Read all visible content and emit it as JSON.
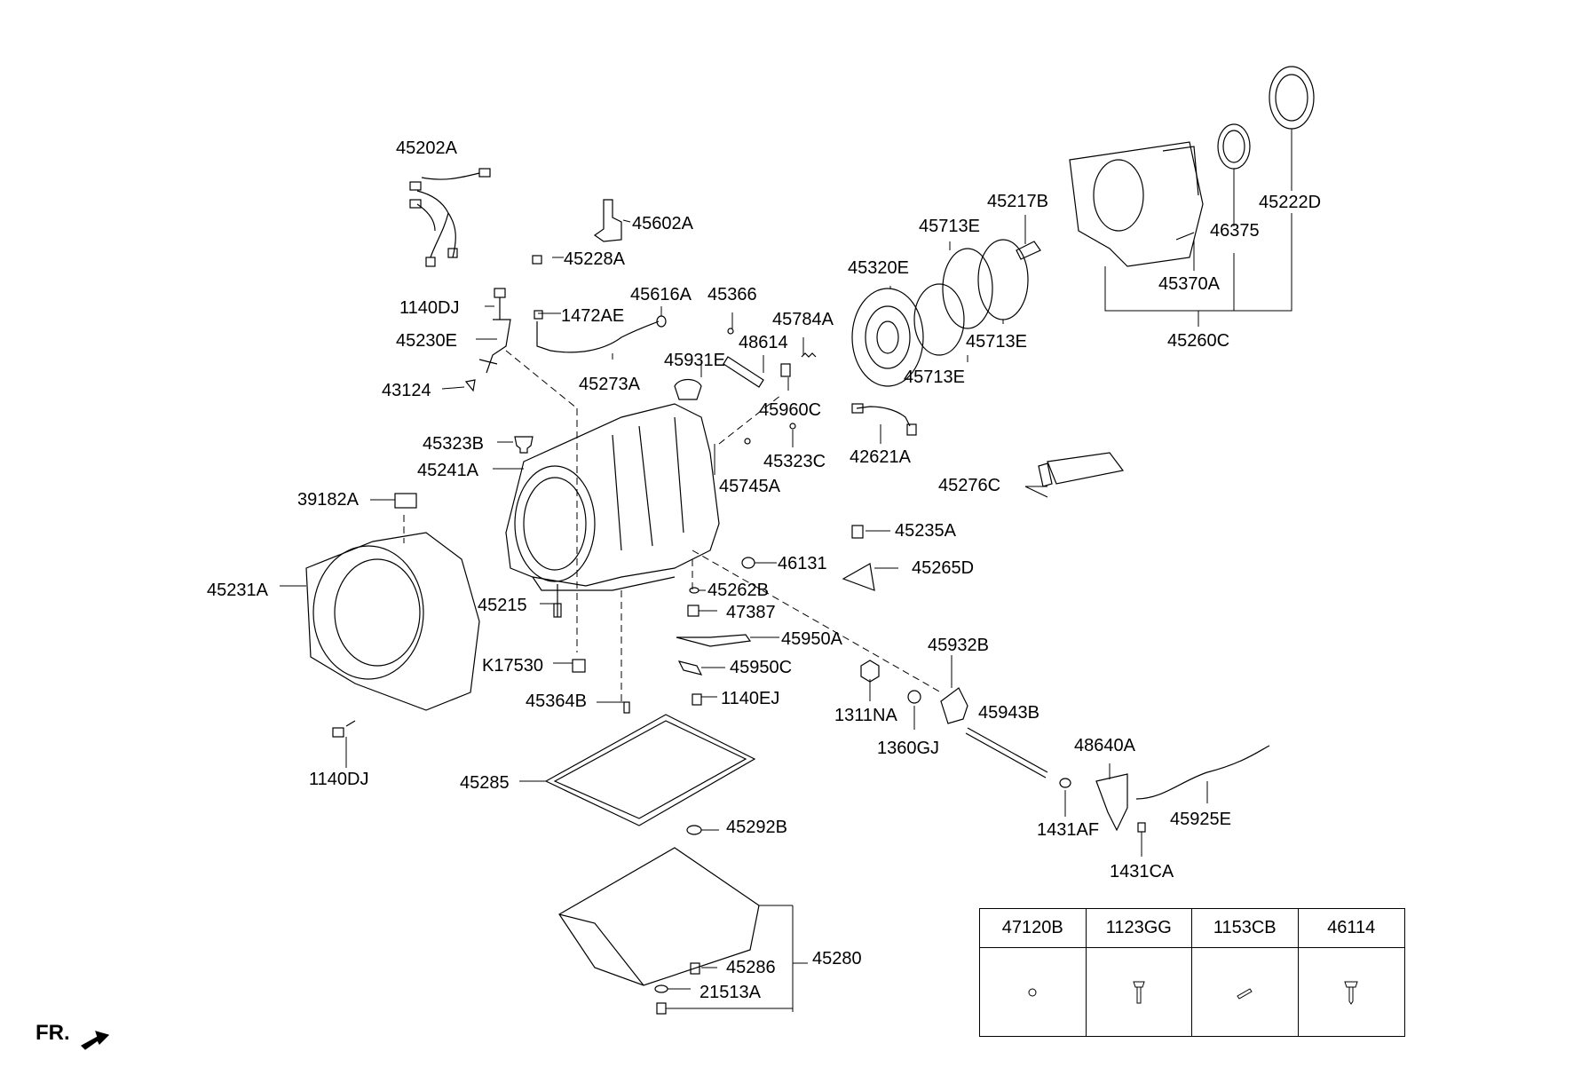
{
  "labels": {
    "p45202A": "45202A",
    "p45602A": "45602A",
    "p45228A": "45228A",
    "p1472AE": "1472AE",
    "p45616A": "45616A",
    "p45366": "45366",
    "p1140DJ_top": "1140DJ",
    "p45230E": "45230E",
    "p43124": "43124",
    "p45273A": "45273A",
    "p45931E": "45931E",
    "p48614": "48614",
    "p45784A": "45784A",
    "p45960C": "45960C",
    "p45323C": "45323C",
    "p45323B": "45323B",
    "p45241A": "45241A",
    "p45745A": "45745A",
    "p39182A": "39182A",
    "p45231A": "45231A",
    "p45215": "45215",
    "pK17530": "K17530",
    "p45364B": "45364B",
    "p1140DJ_bottom": "1140DJ",
    "p46131": "46131",
    "p45262B": "45262B",
    "p47387": "47387",
    "p45950A": "45950A",
    "p45950C": "45950C",
    "p1140EJ": "1140EJ",
    "p45285": "45285",
    "p45292B": "45292B",
    "p45286": "45286",
    "p45280": "45280",
    "p21513A": "21513A",
    "p45320E": "45320E",
    "p45713E_a": "45713E",
    "p45713E_b": "45713E",
    "p45713E_c": "45713E",
    "p45217B": "45217B",
    "p42621A": "42621A",
    "p45276C": "45276C",
    "p45235A": "45235A",
    "p45265D": "45265D",
    "p45932B": "45932B",
    "p1311NA": "1311NA",
    "p1360GJ": "1360GJ",
    "p45943B": "45943B",
    "p48640A": "48640A",
    "p1431AF": "1431AF",
    "p1431CA": "1431CA",
    "p45925E": "45925E",
    "p46375": "46375",
    "p45222D": "45222D",
    "p45370A": "45370A",
    "p45260C": "45260C"
  },
  "legend": [
    "47120B",
    "1123GG",
    "1153CB",
    "46114"
  ],
  "fr_label": "FR."
}
